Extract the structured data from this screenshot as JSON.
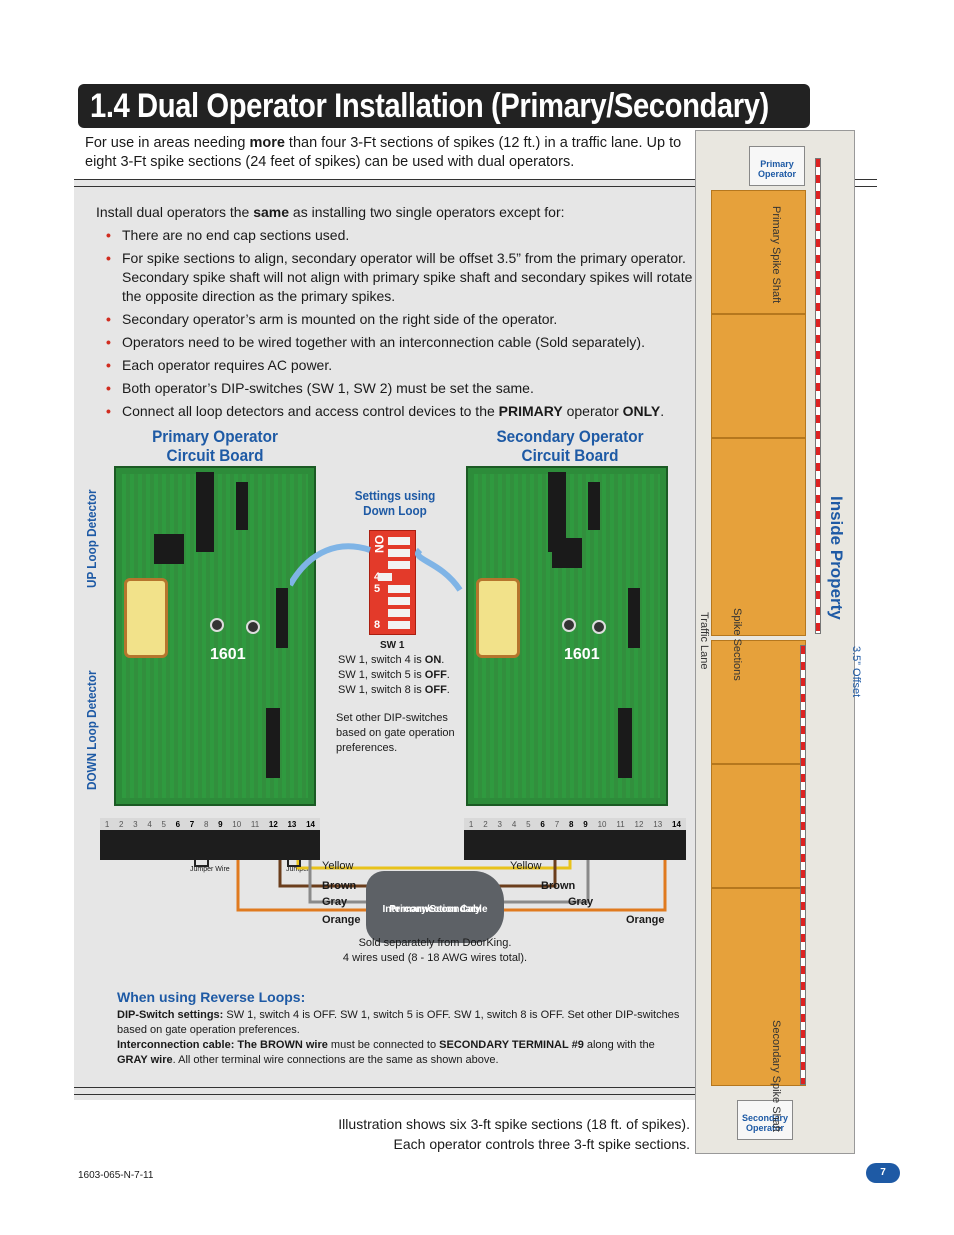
{
  "title": "1.4 Dual Operator Installation (Primary/Secondary)",
  "intro": {
    "part1": "For use in areas needing ",
    "more": "more",
    "part2": " than four 3-Ft sections of spikes (12 ft.) in a traffic lane. Up to eight 3-Ft spike sections (24 feet of spikes) can be used with dual operators."
  },
  "install": {
    "part1": "Install dual operators the ",
    "same": "same",
    "part2": " as installing two single operators except for:",
    "bullets": [
      "There are no end cap sections used.",
      "For spike sections to align, secondary operator will be offset 3.5” from the primary operator. Secondary spike shaft will not align with primary spike shaft and secondary spikes will rotate the opposite direction as the primary spikes.",
      "Secondary operator’s arm is mounted on the right side of the operator.",
      "Operators need to be wired together with an interconnection cable (Sold separately).",
      "Each operator requires AC power.",
      "Both operator’s DIP-switches (SW 1, SW 2) must be set the same."
    ],
    "last_part1": "Connect all loop detectors and access control devices to the ",
    "last_primary": "PRIMARY",
    "last_part2": " operator ",
    "last_only": "ONLY",
    "last_part3": "."
  },
  "boards": {
    "primary_title_1": "Primary Operator",
    "primary_title_2": "Circuit Board",
    "secondary_title_1": "Secondary Operator",
    "secondary_title_2": "Circuit Board",
    "model": "1601",
    "up_loop": "UP Loop Detector",
    "down_loop": "DOWN Loop Detector",
    "primary_terminals": [
      "1",
      "2",
      "3",
      "4",
      "5",
      "6",
      "7",
      "8",
      "9",
      "10",
      "11",
      "12",
      "13",
      "14"
    ],
    "secondary_terminals": [
      "1",
      "2",
      "3",
      "4",
      "5",
      "6",
      "7",
      "8",
      "9",
      "10",
      "11",
      "12",
      "13",
      "14"
    ],
    "jumper1": "Jumper Wire",
    "jumper2": "Jumper"
  },
  "dip": {
    "title_1": "Settings using",
    "title_2": "Down Loop",
    "on": "ON",
    "num4": "4",
    "num5": "5",
    "num8": "8",
    "sw_label": "SW 1",
    "line1_a": "SW 1, switch 4 is ",
    "line1_b": "ON",
    "line2_a": "SW 1, switch 5 is ",
    "line2_b": "OFF",
    "line3_a": "SW 1, switch 8 is ",
    "line3_b": "OFF",
    "dot": ".",
    "note": "Set other DIP-switches based on gate operation preferences."
  },
  "wires": {
    "yellow": "Yellow",
    "brown": "Brown",
    "gray": "Gray",
    "orange": "Orange",
    "cable_1": "Primary/Secondary",
    "cable_2": "Interconnection Cable",
    "sold_1": "Sold separately from DoorKing.",
    "sold_2": "4 wires used (8 - 18 AWG wires total).",
    "colors": {
      "yellow": "#e8c21a",
      "brown": "#6b3e1c",
      "gray": "#8a8a8a",
      "orange": "#e07a1f"
    }
  },
  "reverse": {
    "title": "When using Reverse Loops:",
    "dip_label": "DIP-Switch settings:",
    "dip_text": " SW 1, switch 4 is OFF. SW 1, switch 5 is OFF. SW 1, switch 8 is OFF. Set other DIP-switches based on gate operation preferences.",
    "cable_label": "Interconnection cable: The BROWN wire",
    "cable_text1": " must be connected to ",
    "cable_terminal": "SECONDARY TERMINAL #9",
    "cable_text2": " along with the ",
    "cable_gray": "GRAY wire",
    "cable_text3": ". All other terminal wire connections are the same as shown above."
  },
  "caption": {
    "line1": "Illustration shows six 3-ft spike sections (18 ft. of spikes).",
    "line2": "Each operator controls three 3-ft spike sections."
  },
  "lane": {
    "primary_op_1": "Primary",
    "primary_op_2": "Operator",
    "secondary_op_1": "Secondary",
    "secondary_op_2": "Operator",
    "primary_shaft_1": "Primary",
    "primary_shaft_2": "Spike Shaft",
    "secondary_shaft_1": "Secondary",
    "secondary_shaft_2": "Spike Shaft",
    "spike_sections": "Spike Sections",
    "traffic_lane": "Traffic Lane",
    "offset": "3.5” Offset",
    "inside_property": "Inside Property",
    "spike_color": "#e6a13b"
  },
  "footer": {
    "code": "1603-065-N-7-11",
    "page": "7"
  },
  "colors": {
    "accent_blue": "#1e5aa5",
    "bullet_red": "#d12c1f",
    "board_green": "#2d8c3a"
  }
}
